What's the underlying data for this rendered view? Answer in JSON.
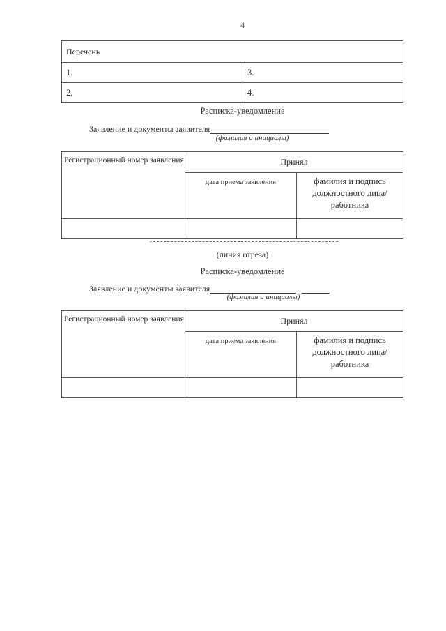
{
  "page": {
    "number": "4"
  },
  "colors": {
    "text": "#2e2e2e",
    "table_border": "#565656",
    "cut_line": "#6a6a6a"
  },
  "perechen_table": {
    "header": "Перечень",
    "rows": [
      [
        "1.",
        "3."
      ],
      [
        "2.",
        "4."
      ]
    ]
  },
  "cut_line_label": "(линия отреза)",
  "sections": [
    {
      "title": "Расписка-уведомление",
      "line_label": "Заявление и документы заявителя",
      "line_hint": "(фамилия и инициалы)",
      "table": {
        "reg_number_header": "Регистрационный номер заявления",
        "accepted_header": "Принял",
        "date_header": "дата приема заявления",
        "signature_header": "фамилия и подпись должностного лица/работника"
      }
    },
    {
      "title": "Расписка-уведомление",
      "line_label": "Заявление и документы заявителя",
      "line_hint": "(фамилия и инициалы)",
      "table": {
        "reg_number_header": "Регистрационный номер заявления",
        "accepted_header": "Принял",
        "date_header": "дата приема заявления",
        "signature_header": "фамилия и подпись должностного лица/работника"
      }
    }
  ]
}
